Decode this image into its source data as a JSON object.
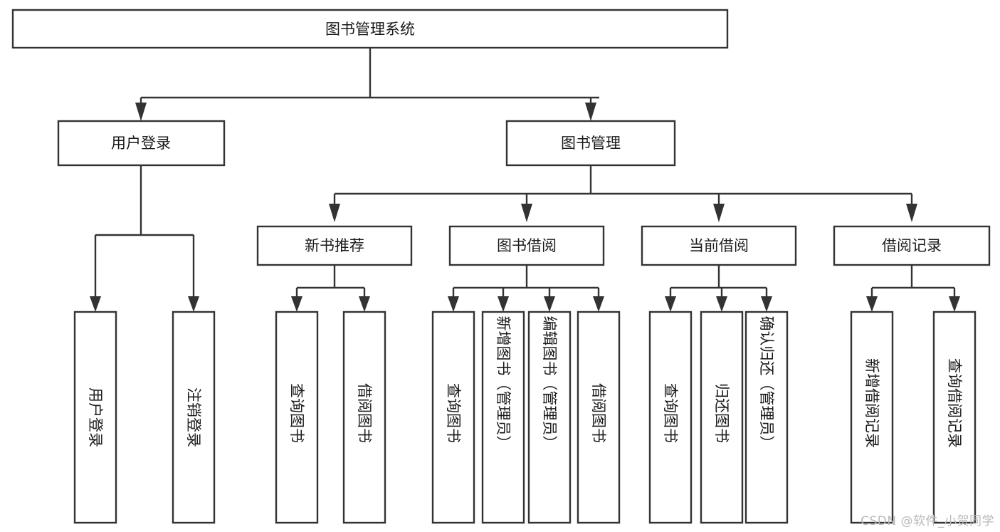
{
  "diagram": {
    "type": "tree-hierarchy-flowchart",
    "title": "图书管理系统",
    "watermark": "CSDN @软件_小贺同学",
    "colors": {
      "stroke": "#333333",
      "fill": "#ffffff",
      "text": "#1a1a1a",
      "watermark": "#b9b9b9",
      "background": "#ffffff"
    },
    "levels": [
      {
        "level": 1,
        "nodes": [
          {
            "id": "root",
            "label": "图书管理系统",
            "orientation": "horizontal"
          }
        ]
      },
      {
        "level": 2,
        "nodes": [
          {
            "id": "login",
            "label": "用户登录",
            "orientation": "horizontal",
            "parent": "root"
          },
          {
            "id": "bookmgmt",
            "label": "图书管理",
            "orientation": "horizontal",
            "parent": "root"
          }
        ]
      },
      {
        "level": 3,
        "nodes": [
          {
            "id": "newbook",
            "label": "新书推荐",
            "orientation": "horizontal",
            "parent": "bookmgmt"
          },
          {
            "id": "borrow",
            "label": "图书借阅",
            "orientation": "horizontal",
            "parent": "bookmgmt"
          },
          {
            "id": "current",
            "label": "当前借阅",
            "orientation": "horizontal",
            "parent": "bookmgmt"
          },
          {
            "id": "records",
            "label": "借阅记录",
            "orientation": "horizontal",
            "parent": "bookmgmt"
          }
        ]
      },
      {
        "level": 4,
        "nodes": [
          {
            "id": "leaf-1",
            "label": "用户登录",
            "orientation": "vertical",
            "parent": "login"
          },
          {
            "id": "leaf-2",
            "label": "注销登录",
            "orientation": "vertical",
            "parent": "login"
          },
          {
            "id": "leaf-3",
            "label": "查询图书",
            "orientation": "vertical",
            "parent": "newbook"
          },
          {
            "id": "leaf-4",
            "label": "借阅图书",
            "orientation": "vertical",
            "parent": "newbook"
          },
          {
            "id": "leaf-5",
            "label": "查询图书",
            "orientation": "vertical",
            "parent": "borrow"
          },
          {
            "id": "leaf-6",
            "label": "新增图书（管理员）",
            "orientation": "vertical",
            "parent": "borrow"
          },
          {
            "id": "leaf-7",
            "label": "编辑图书（管理员）",
            "orientation": "vertical",
            "parent": "borrow"
          },
          {
            "id": "leaf-8",
            "label": "借阅图书",
            "orientation": "vertical",
            "parent": "borrow"
          },
          {
            "id": "leaf-9",
            "label": "查询图书",
            "orientation": "vertical",
            "parent": "current"
          },
          {
            "id": "leaf-10",
            "label": "归还图书",
            "orientation": "vertical",
            "parent": "current"
          },
          {
            "id": "leaf-11",
            "label": "确认归还（管理员）",
            "orientation": "vertical",
            "parent": "current"
          },
          {
            "id": "leaf-12",
            "label": "新增借阅记录",
            "orientation": "vertical",
            "parent": "records"
          },
          {
            "id": "leaf-13",
            "label": "查询借阅记录",
            "orientation": "vertical",
            "parent": "records"
          }
        ]
      }
    ]
  }
}
